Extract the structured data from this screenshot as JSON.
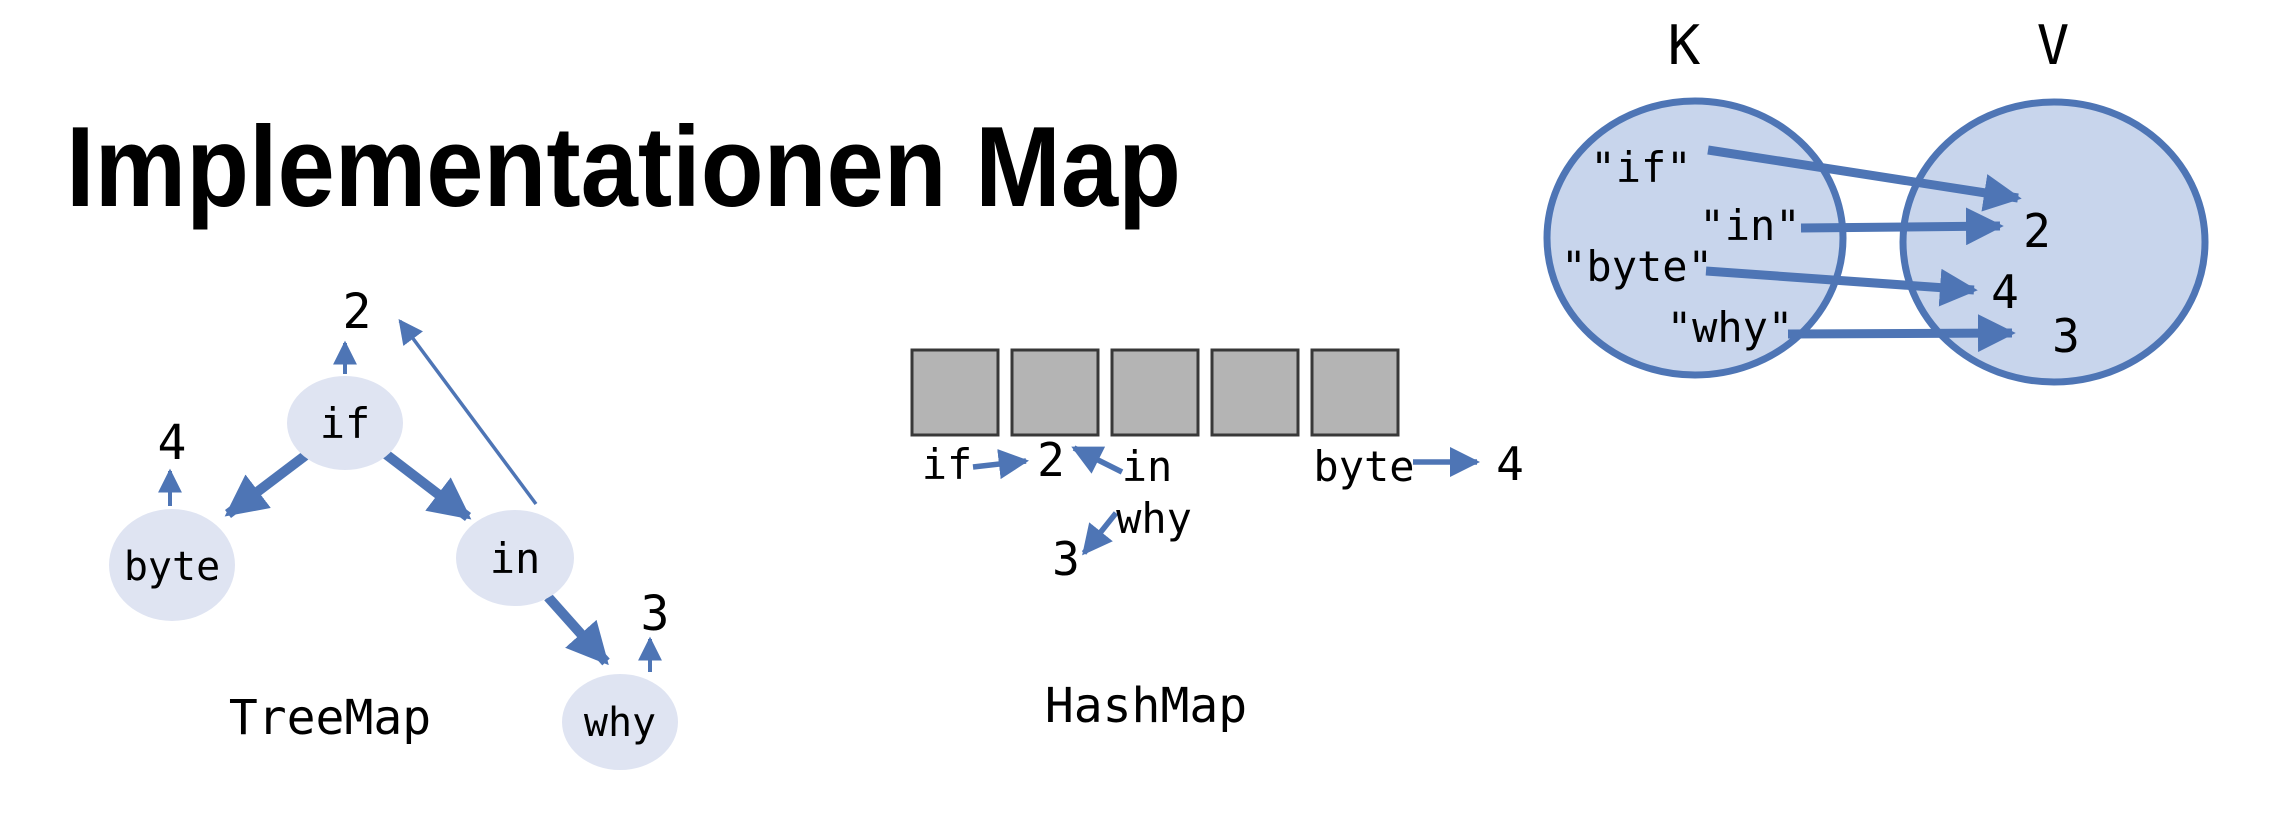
{
  "slide": {
    "title": "Implementationen Map"
  },
  "colors": {
    "accent-blue": "#4e75b5",
    "node-fill": "#dfe4f2",
    "set-fill": "#c8d5ec",
    "set-border": "#4e75b5",
    "bucket-fill": "#b4b4b4",
    "bucket-border": "#383838",
    "text-color": "#000000"
  },
  "treemap": {
    "label": "TreeMap",
    "nodes": [
      {
        "key": "if",
        "value": "2"
      },
      {
        "key": "byte",
        "value": "4"
      },
      {
        "key": "in",
        "value": "2"
      },
      {
        "key": "why",
        "value": "3"
      }
    ]
  },
  "hashmap": {
    "label": "HashMap",
    "bucket_count": 5,
    "entries": [
      {
        "key": "if",
        "value": "2"
      },
      {
        "key": "in",
        "value": "2"
      },
      {
        "key": "why",
        "value": "3"
      },
      {
        "key": "byte",
        "value": "4"
      }
    ]
  },
  "mapping": {
    "key_set_label": "K",
    "value_set_label": "V",
    "keys": [
      "\"if\"",
      "\"in\"",
      "\"byte\"",
      "\"why\""
    ],
    "values": [
      "2",
      "4",
      "3"
    ],
    "pairs": [
      {
        "key": "\"if\"",
        "value": "2"
      },
      {
        "key": "\"in\"",
        "value": "2"
      },
      {
        "key": "\"byte\"",
        "value": "4"
      },
      {
        "key": "\"why\"",
        "value": "3"
      }
    ]
  }
}
